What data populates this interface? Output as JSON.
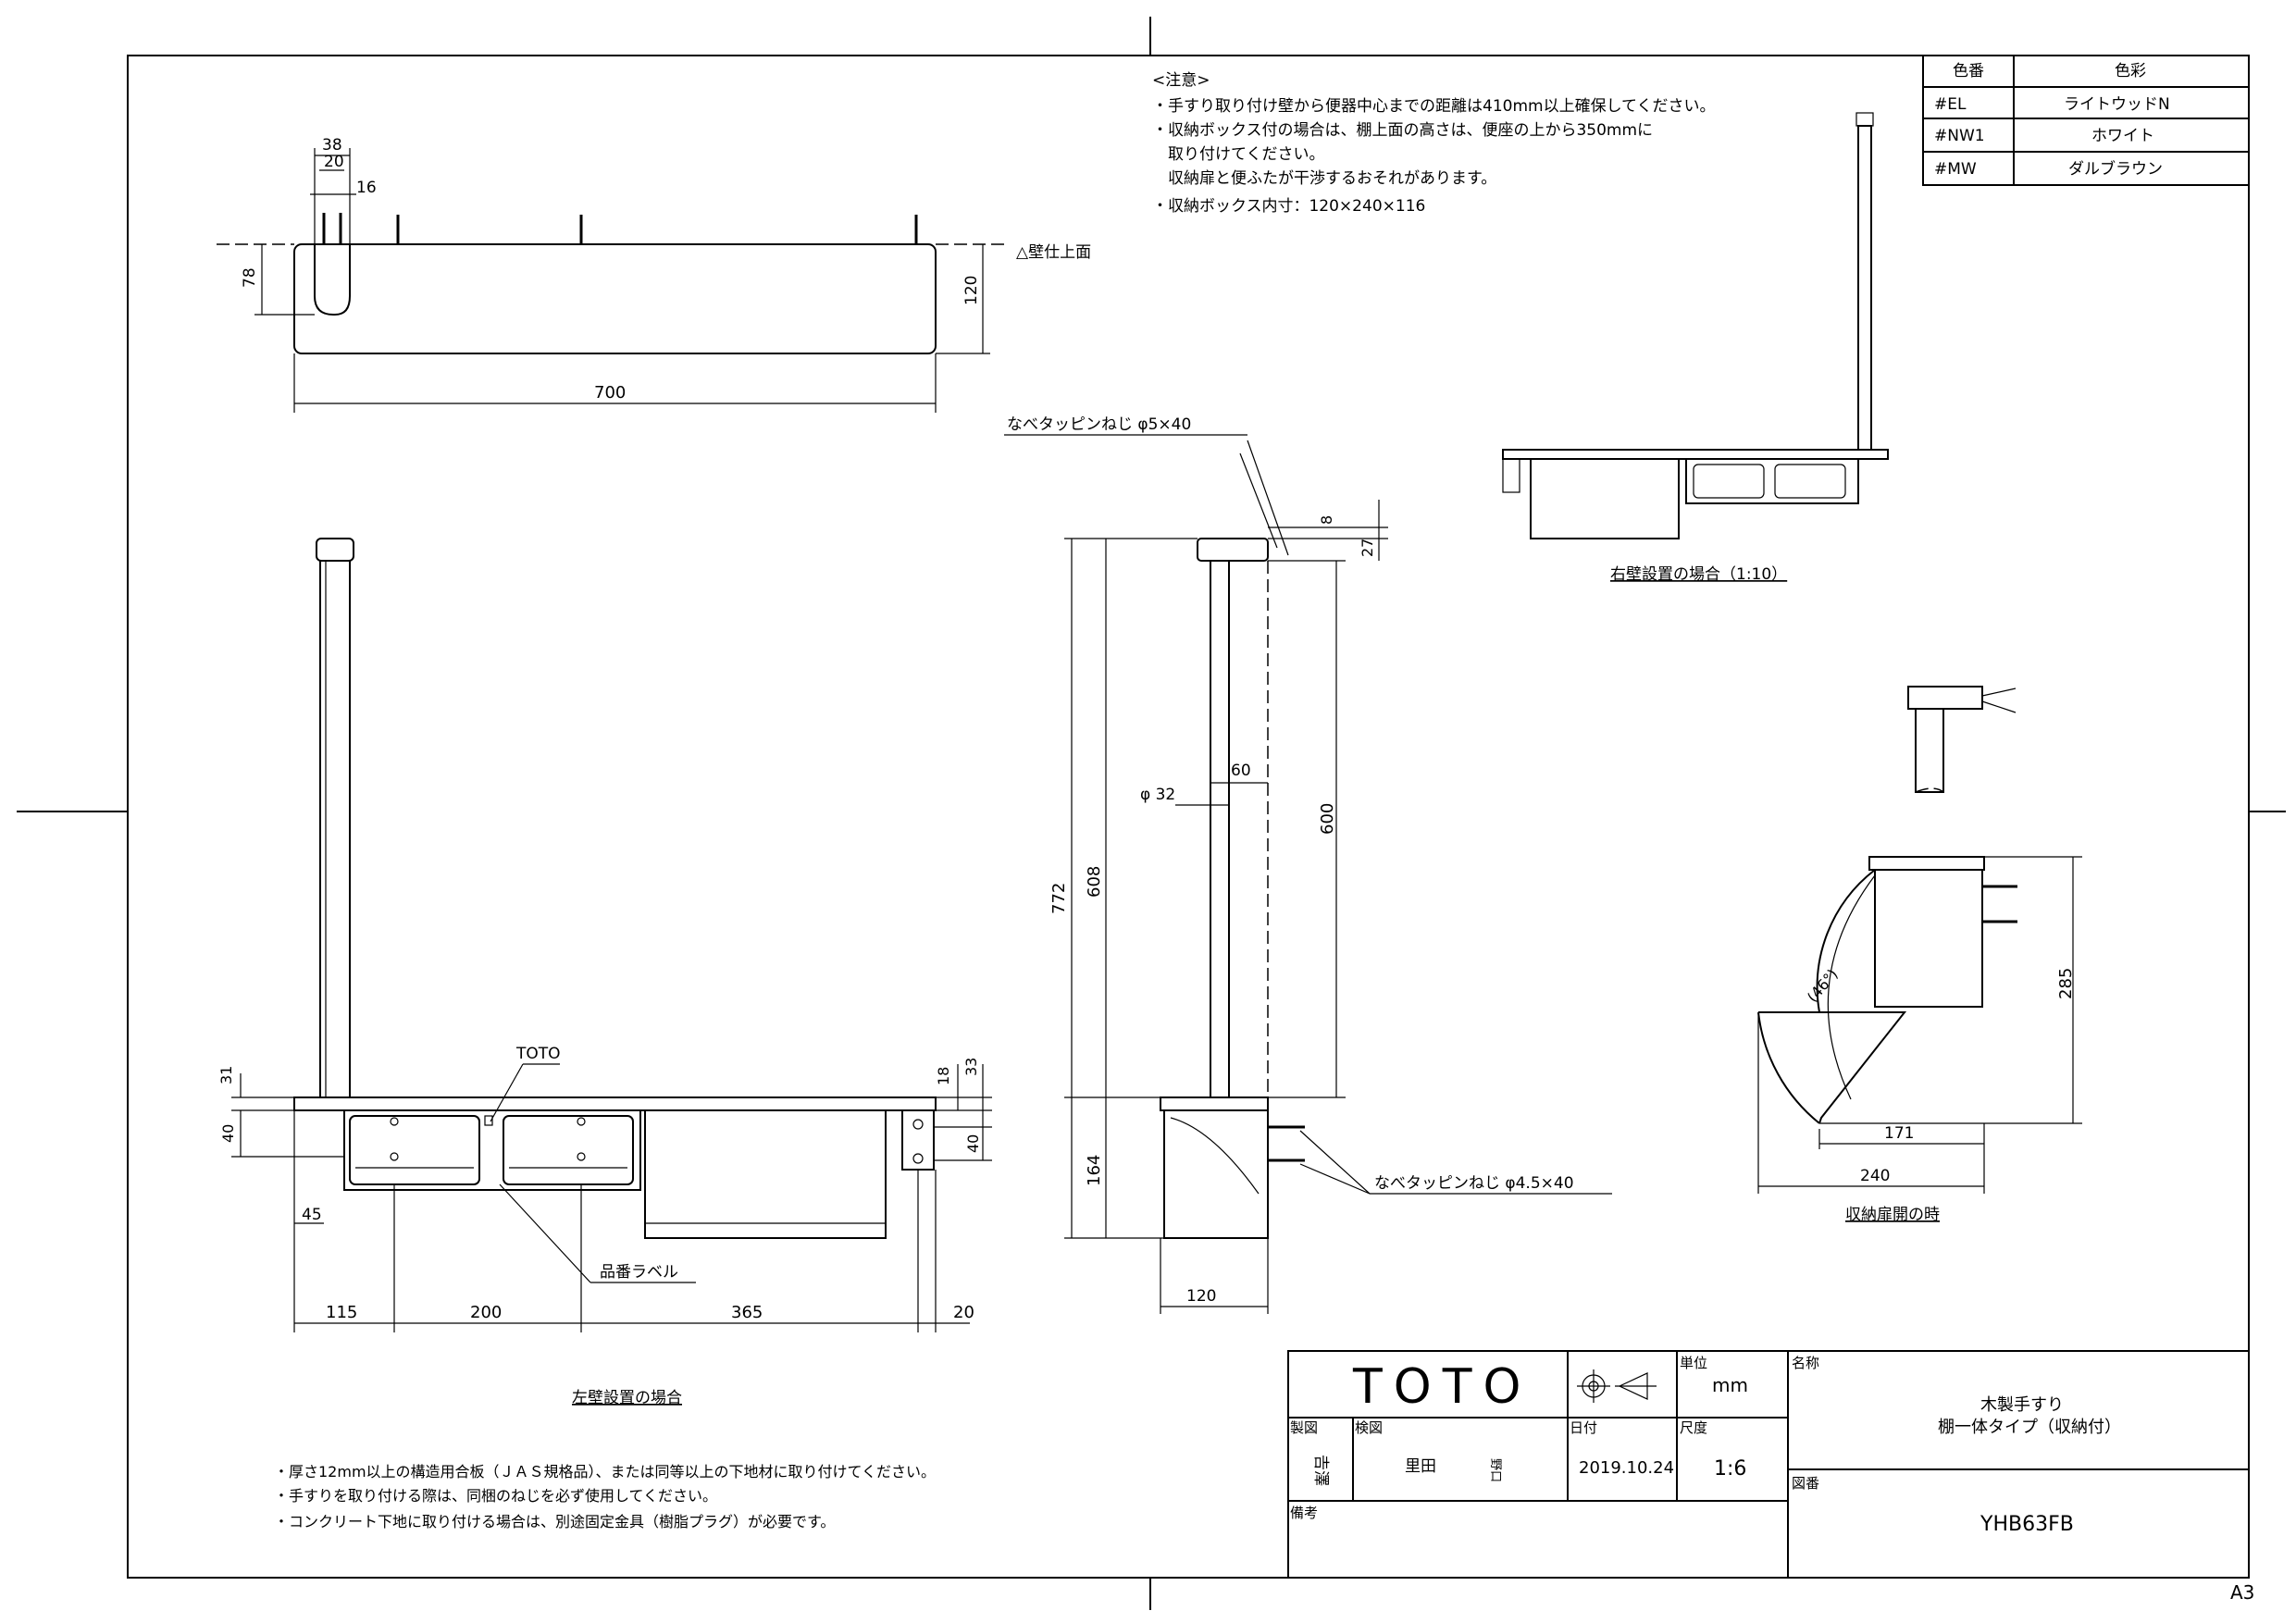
{
  "notes": {
    "title": "<注意>",
    "items": [
      "・手すり取り付け壁から便器中心までの距離は410mm以上確保してください。",
      "・収納ボックス付の場合は、棚上面の高さは、便座の上から350mmに",
      "　取り付けてください。",
      "　収納扉と便ふたが干渉するおそれがあります。",
      "・収納ボックス内寸：120×240×116"
    ]
  },
  "color_table": {
    "header_code": "色番",
    "header_name": "色彩",
    "rows": [
      {
        "code": "#EL",
        "name": "ライトウッドN"
      },
      {
        "code": "#NW1",
        "name": "ホワイト"
      },
      {
        "code": "#MW",
        "name": "ダルブラウン"
      }
    ]
  },
  "top_view": {
    "dims": {
      "d38": "38",
      "d20": "20",
      "d16": "16",
      "d78": "78",
      "d120": "120",
      "d700": "700"
    },
    "wall_label": "△壁仕上面"
  },
  "front_view": {
    "dims": {
      "d31": "31",
      "d40a": "40",
      "d45": "45",
      "d18": "18",
      "d33": "33",
      "d40b": "40",
      "d115": "115",
      "d200": "200",
      "d365": "365",
      "d20": "20"
    },
    "toto_label": "TOTO",
    "part_label": "品番ラベル",
    "caption": "左壁設置の場合"
  },
  "side_view": {
    "screw_top": "なべタッピンねじ φ5×40",
    "screw_bottom": "なべタッピンねじ φ4.5×40",
    "dims": {
      "d8": "8",
      "d27": "27",
      "d772": "772",
      "d608": "608",
      "d600": "600",
      "d60": "60",
      "d32": "φ 32",
      "d164": "164",
      "d120": "120"
    }
  },
  "right_view": {
    "caption": "右壁設置の場合（1:10）"
  },
  "open_view": {
    "dims": {
      "d285": "285",
      "d171": "171",
      "d240": "240",
      "angle": "(46°)"
    },
    "caption": "収納扉開の時"
  },
  "construction_notes": [
    "・厚さ12mm以上の構造用合板（ＪＡＳ規格品）、または同等以上の下地材に取り付けてください。",
    "・手すりを取り付ける際は、同梱のねじを必ず使用してください。",
    "・コンクリート下地に取り付ける場合は、別途固定金具（樹脂プラグ）が必要です。"
  ],
  "title_block": {
    "logo": "TOTO",
    "unit_label": "単位",
    "unit_value": "mm",
    "name_label": "名称",
    "product_name_1": "木製手すり",
    "product_name_2": "棚一体タイプ（収納付）",
    "drawn_label": "製図",
    "checked_label": "検図",
    "drawn_value": "𠮷澤",
    "checked_value_1": "里田",
    "checked_value_2": "野口",
    "date_label": "日付",
    "date_value": "2019.10.24",
    "scale_label": "尺度",
    "scale_value": "1:6",
    "remarks_label": "備考",
    "drawing_no_label": "図番",
    "drawing_no": "YHB63FB"
  },
  "sheet_size": "A3"
}
